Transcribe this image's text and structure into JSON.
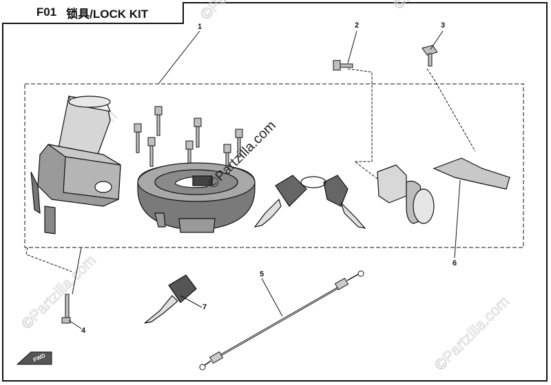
{
  "title": {
    "code": "F01",
    "text": "锁具/LOCK KIT"
  },
  "callouts": [
    "1",
    "2",
    "3",
    "4",
    "5",
    "6",
    "7"
  ],
  "watermark": "©Partzilla.com",
  "badge": "FWD",
  "colors": {
    "line": "#111111",
    "part_shade": "#bdbdbd",
    "part_dark": "#7a7a7a",
    "watermark": "#cfcfcf"
  }
}
